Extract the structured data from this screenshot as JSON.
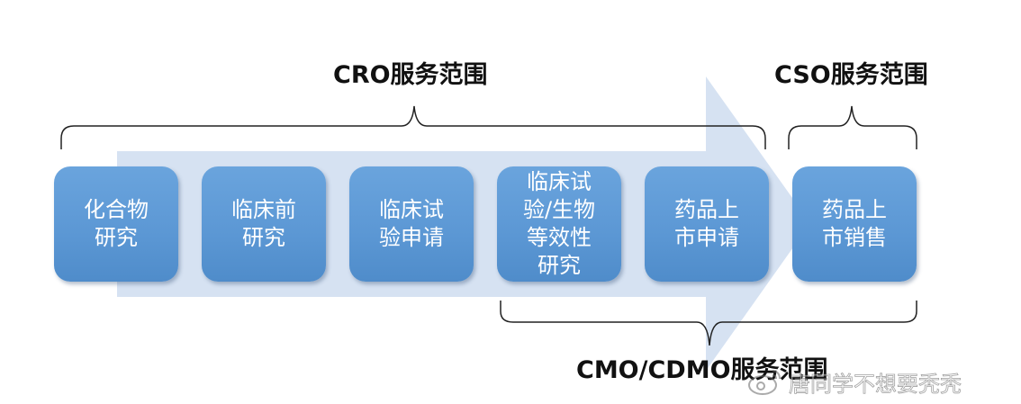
{
  "diagram": {
    "labels": {
      "cro": "CRO服务范围",
      "cso": "CSO服务范围",
      "cmo": "CMO/CDMO服务范围"
    },
    "steps": [
      {
        "text": "化合物\n研究"
      },
      {
        "text": "临床前\n研究"
      },
      {
        "text": "临床试\n验申请"
      },
      {
        "text": "临床试\n验/生物\n等效性\n研究"
      },
      {
        "text": "药品上\n市申请"
      },
      {
        "text": "药品上\n市销售"
      }
    ],
    "colors": {
      "box": "#5b97d4",
      "arrow": "#d6e2f2",
      "bracket": "#222222"
    }
  },
  "watermark": {
    "icon": "weibo-icon",
    "text": "唐同学不想要秃秃"
  }
}
